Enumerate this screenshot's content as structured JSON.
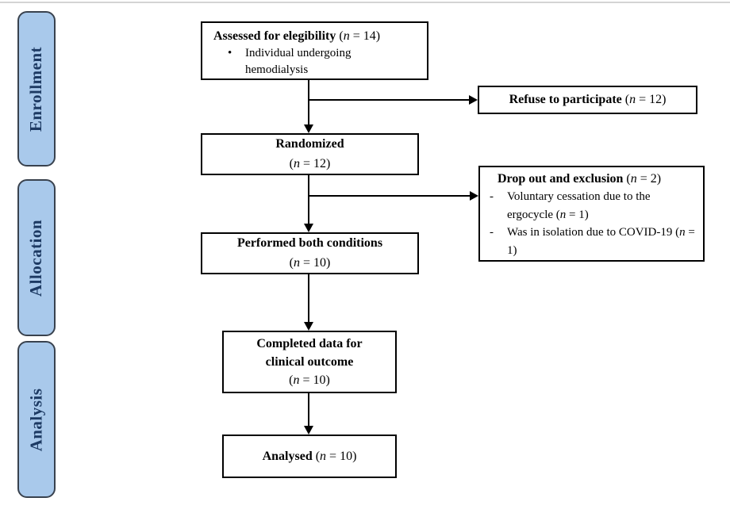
{
  "page": {
    "background": "#ffffff",
    "top_rule_color": "#d4d4d4"
  },
  "stages": {
    "fill": "#a9c9eb",
    "border_color": "#39424e",
    "text_color": "#1d3a63",
    "items": [
      {
        "label": "Enrollment"
      },
      {
        "label": "Allocation"
      },
      {
        "label": "Analysis"
      }
    ]
  },
  "glyphs": {
    "bullet": "•",
    "dash": "-"
  },
  "boxes": {
    "assessed": {
      "title": "Assessed for elegibility",
      "np": {
        "o": "(",
        "v": "n",
        "r": " = 14)"
      },
      "bullet": "Individual undergoing hemodialysis"
    },
    "refuse": {
      "title": "Refuse to participate",
      "np": {
        "o": "(",
        "v": "n",
        "r": " = 12)"
      }
    },
    "randomized": {
      "title": "Randomized",
      "np": {
        "o": "(",
        "v": "n",
        "r": " = 12)"
      }
    },
    "dropout": {
      "title": "Drop out and exclusion",
      "np": {
        "o": "(",
        "v": "n",
        "r": " = 2)"
      },
      "items": [
        {
          "text": "Voluntary cessation due to the ergocycle",
          "np": {
            "o": "(",
            "v": "n",
            "r": " = 1)"
          }
        },
        {
          "text": "Was in isolation due to COVID-19",
          "np": {
            "o": "(",
            "v": "n",
            "r": " = 1)"
          }
        }
      ]
    },
    "performed": {
      "title": "Performed both conditions",
      "np": {
        "o": "(",
        "v": "n",
        "r": " = 10)"
      }
    },
    "completed": {
      "title_line1": "Completed data for",
      "title_line2": "clinical outcome",
      "np": {
        "o": "(",
        "v": "n",
        "r": " = 10)"
      }
    },
    "analysed": {
      "title": "Analysed",
      "np": {
        "o": "(",
        "v": "n",
        "r": " = 10)"
      }
    }
  }
}
